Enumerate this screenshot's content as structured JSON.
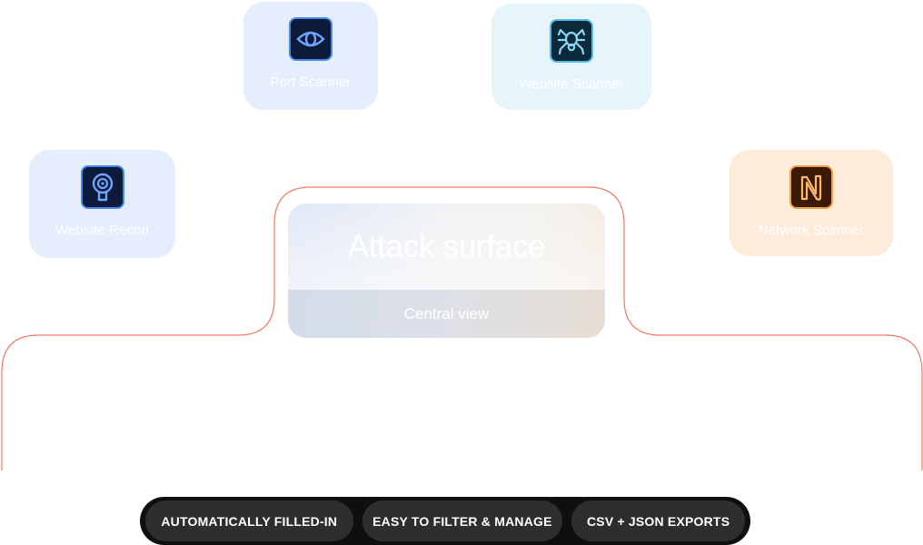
{
  "central": {
    "title": "Attack surface",
    "subtitle": "Central view"
  },
  "tools": [
    {
      "label": "Port Scanner",
      "icon": "eye-icon",
      "color": "#0e1a3a",
      "accent": "#4a86f0",
      "card_bg": "#e4eefc"
    },
    {
      "label": "Website Scanner",
      "icon": "spider-icon",
      "color": "#0b2a3a",
      "accent": "#5ab8e6",
      "card_bg": "#e6f4fc"
    },
    {
      "label": "Website Recon",
      "icon": "magnifier-target-icon",
      "color": "#0e1a3a",
      "accent": "#4a86f0",
      "card_bg": "#e4eefc"
    },
    {
      "label": "Network Scanner",
      "icon": "n-network-icon",
      "color": "#3a1a06",
      "accent": "#f0a04a",
      "card_bg": "#fdecd9"
    }
  ],
  "features": [
    "AUTOMATICALLY FILLED-IN",
    "EASY TO FILTER & MANAGE",
    "CSV + JSON EXPORTS"
  ],
  "colors": {
    "connector_line": "#f07a66",
    "pill_bar_bg": "#0f0f0f",
    "pill_bg": "#2e2e2e"
  }
}
